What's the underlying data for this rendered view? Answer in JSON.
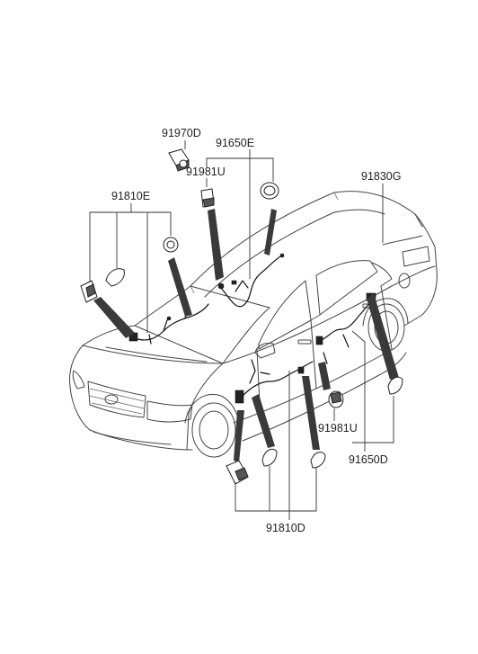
{
  "part_labels": {
    "p91970D": "91970D",
    "p91650E": "91650E",
    "p91981U_top": "91981U",
    "p91830G": "91830G",
    "p91810E": "91810E",
    "p91981U_bottom": "91981U",
    "p91650D": "91650D",
    "p91810D": "91810D"
  }
}
